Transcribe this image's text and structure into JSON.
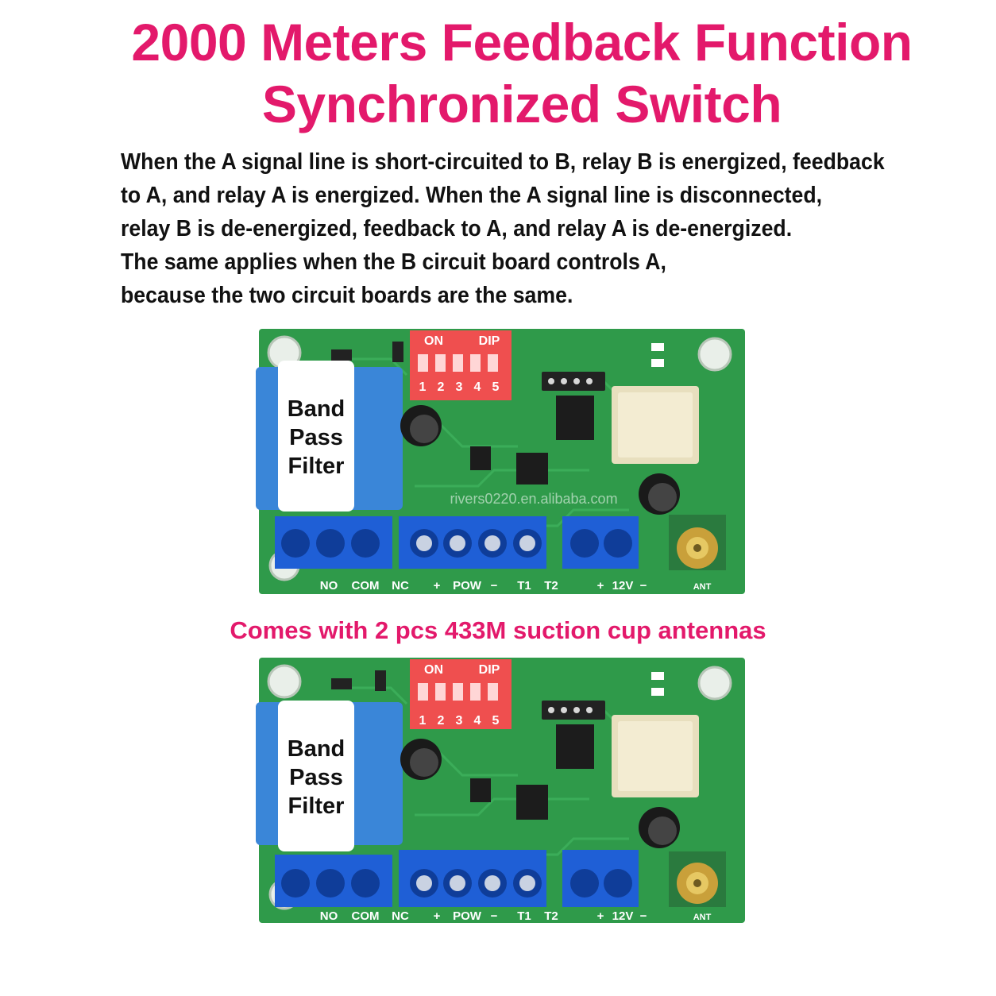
{
  "heading": {
    "line1": "2000 Meters Feedback Function",
    "line2": "Synchronized Switch"
  },
  "description": [
    "When the A signal line is short-circuited to B, relay B is energized, feedback",
    "to A, and relay A is energized. When the A signal line is disconnected,",
    "relay B is de-energized, feedback to A, and relay A is de-energized.",
    "The same applies when the B circuit board controls A,",
    "because the two circuit boards are the same."
  ],
  "antenna_note": "Comes with 2 pcs 433M suction cup antennas",
  "boards": [
    {
      "relay_label": [
        "Band",
        "Pass",
        "Filter"
      ],
      "dip_on": "ON",
      "dip_label": "DIP",
      "dip_numbers": [
        "1",
        "2",
        "3",
        "4",
        "5"
      ],
      "terminal_labels": [
        "NO",
        "COM",
        "NC",
        "+",
        "POW",
        "−",
        "T1",
        "T2",
        "+",
        "12V",
        "−"
      ],
      "antenna_label": "ANT",
      "watermark": "rivers0220.en.alibaba.com"
    },
    {
      "relay_label": [
        "Band",
        "Pass",
        "Filter"
      ],
      "dip_on": "ON",
      "dip_label": "DIP",
      "dip_numbers": [
        "1",
        "2",
        "3",
        "4",
        "5"
      ],
      "terminal_labels": [
        "NO",
        "COM",
        "NC",
        "+",
        "POW",
        "−",
        "T1",
        "T2",
        "+",
        "12V",
        "−"
      ],
      "antenna_label": "ANT",
      "watermark": ""
    }
  ],
  "colors": {
    "accent": "#e3196b",
    "pcb_green": "#2f9a4a",
    "terminal_blue": "#1f5fd6",
    "relay_blue": "#3a86d8",
    "dip_red": "#ef4f4f"
  }
}
